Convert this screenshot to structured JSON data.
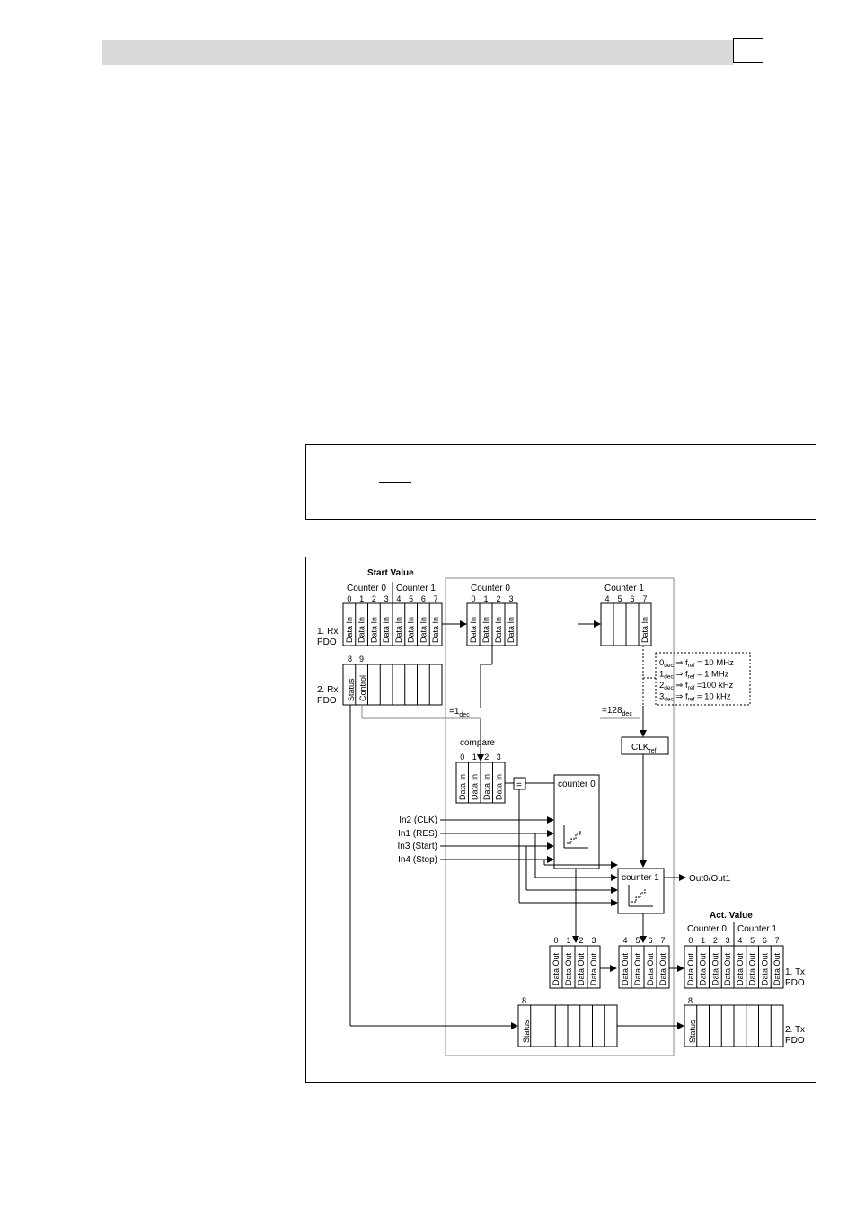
{
  "figure": {
    "start_value": {
      "title": "Start Value",
      "counter0": "Counter 0",
      "counter1": "Counter 1",
      "indices": [
        "0",
        "1",
        "2",
        "3",
        "4",
        "5",
        "6",
        "7"
      ]
    },
    "rx1_label": [
      "1. Rx",
      "PDO"
    ],
    "rx2_label": [
      "2. Rx",
      "PDO"
    ],
    "rx2_indices": [
      "8",
      "9"
    ],
    "status": "Status",
    "control": "Control",
    "data_in": "Data In",
    "data_out": "Data Out",
    "mid_counter0": {
      "title": "Counter 0",
      "indices": [
        "0",
        "1",
        "2",
        "3"
      ]
    },
    "mid_counter1": {
      "title": "Counter 1",
      "indices": [
        "4",
        "5",
        "6",
        "7"
      ]
    },
    "freq_table": [
      {
        "dec": "0",
        "val": "= 10 MHz"
      },
      {
        "dec": "1",
        "val": "=   1 MHz"
      },
      {
        "dec": "2",
        "val": "=100 kHz"
      },
      {
        "dec": "3",
        "val": "=  10 kHz"
      }
    ],
    "sub_dec": "dec",
    "sub_ref": "ref",
    "arrow_symbol": "⇒",
    "f_ref": "f",
    "eq1": "=1",
    "eq128": "=128",
    "compare": "compare",
    "compare_indices": [
      "0",
      "1",
      "2",
      "3"
    ],
    "equals": "=",
    "clk_ref": "CLK",
    "counter0_block": "counter 0",
    "counter1_block": "counter 1",
    "inputs": [
      "In2 (CLK)",
      "In1 (RES)",
      "In3 (Start)",
      "In4 (Stop)"
    ],
    "out_label": "Out0/Out1",
    "out_indices_a": [
      "0",
      "1",
      "2",
      "3"
    ],
    "out_indices_b": [
      "4",
      "5",
      "6",
      "7"
    ],
    "status_index": "8",
    "act_value": {
      "title": "Act. Value",
      "counter0": "Counter 0",
      "counter1": "Counter 1",
      "indices": [
        "0",
        "1",
        "2",
        "3",
        "4",
        "5",
        "6",
        "7"
      ]
    },
    "tx1_label": [
      "1. Tx",
      "PDO"
    ],
    "tx2_label": [
      "2. Tx",
      "PDO"
    ]
  }
}
